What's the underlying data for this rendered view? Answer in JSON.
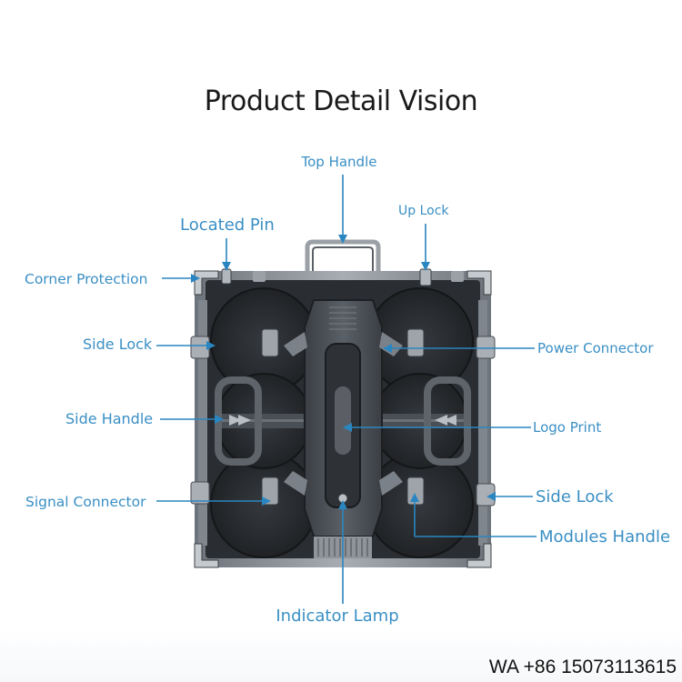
{
  "title": "Product Detail Vision",
  "contact": "WA +86 15073113615",
  "colors": {
    "label": "#3a8fc4",
    "leader": "#2a86c0",
    "panel_frame": "#8d939a",
    "panel_dark": "#26292d"
  },
  "labels": {
    "top_handle": "Top Handle",
    "located_pin": "Located Pin",
    "up_lock": "Up Lock",
    "corner_protection": "Corner Protection",
    "side_lock_left": "Side Lock",
    "power_connector": "Power Connector",
    "side_handle": "Side Handle",
    "logo_print": "Logo Print",
    "signal_connector": "Signal Connector",
    "side_lock_right": "Side Lock",
    "modules_handle": "Modules Handle",
    "indicator_lamp": "Indicator Lamp"
  }
}
